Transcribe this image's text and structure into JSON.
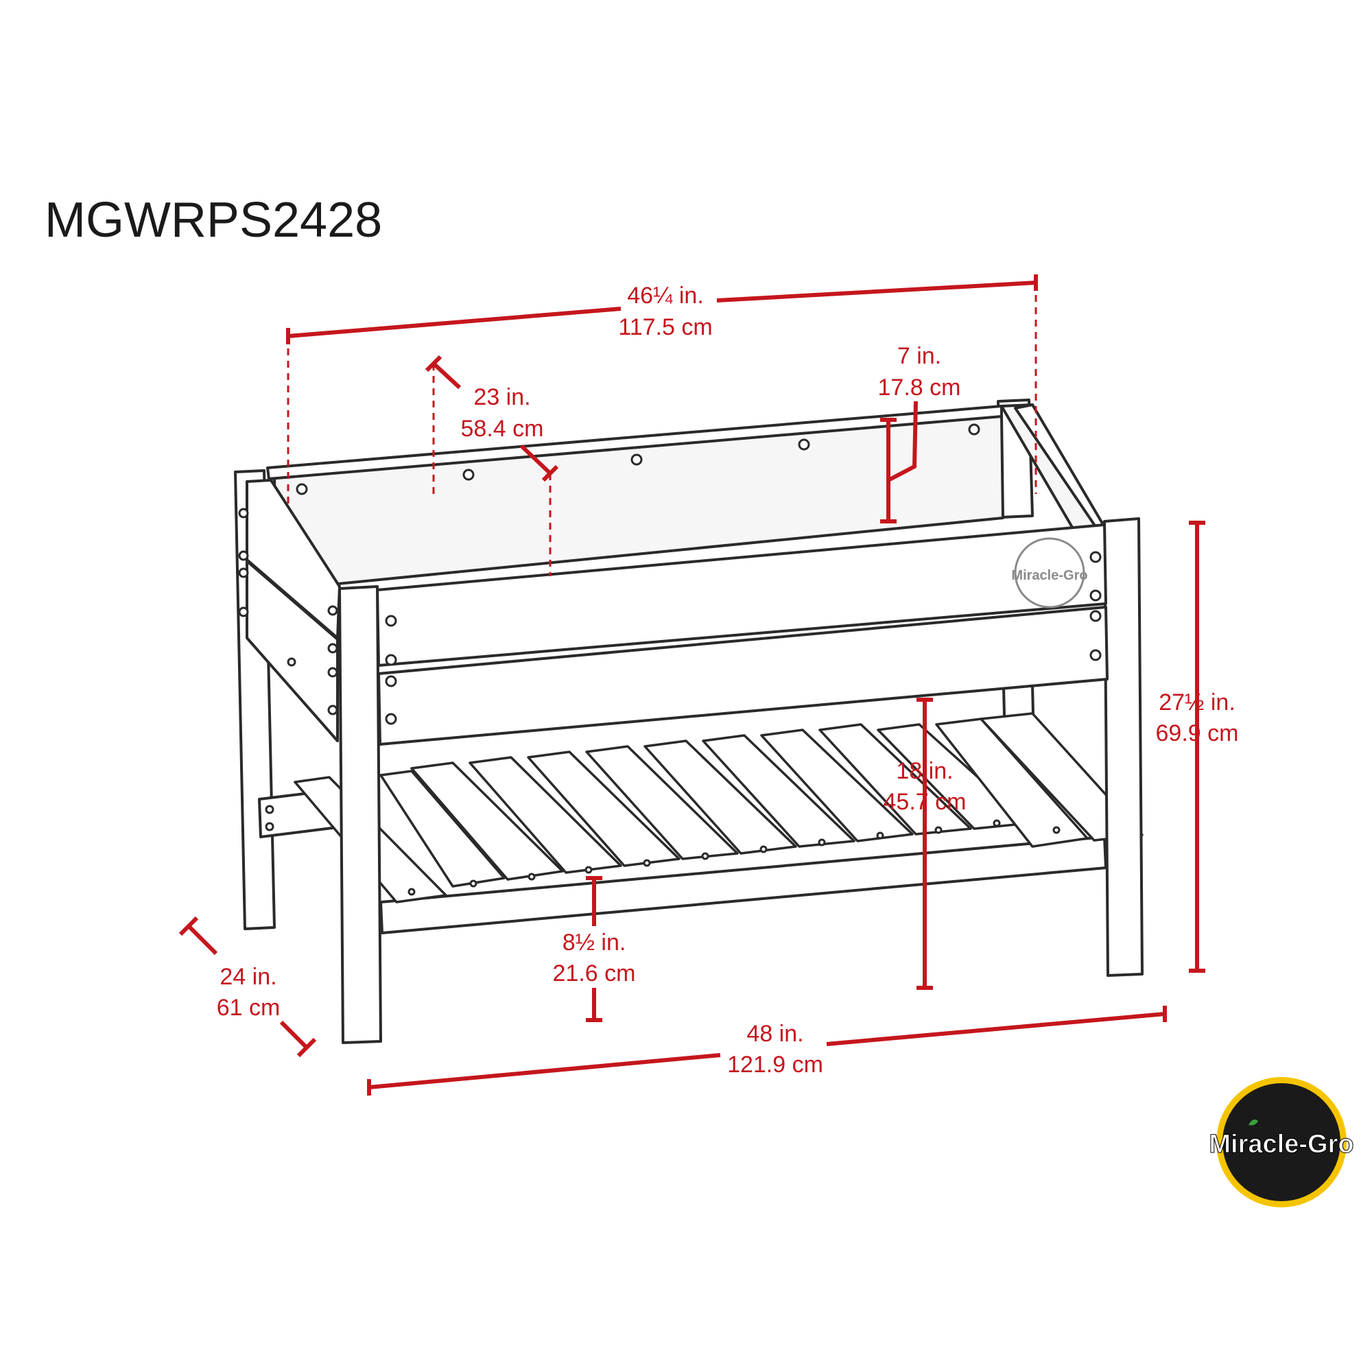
{
  "model_number": "MGWRPS2428",
  "brand": {
    "name": "Miracle-Gro",
    "badge_colors": {
      "ring": "#f5c400",
      "fill": "#1a1a1a",
      "text": "#ffffff"
    }
  },
  "colors": {
    "dimension": "#c5161d",
    "line": "#2a2a2a"
  },
  "dimensions": {
    "top_length": {
      "imperial": "46¼ in.",
      "metric": "117.5 cm"
    },
    "inner_width": {
      "imperial": "23 in.",
      "metric": "58.4 cm"
    },
    "bed_depth": {
      "imperial": "7 in.",
      "metric": "17.8 cm"
    },
    "total_height": {
      "imperial": "27½ in.",
      "metric": "69.9 cm"
    },
    "bed_clearance": {
      "imperial": "18 in.",
      "metric": "45.7 cm"
    },
    "shelf_height": {
      "imperial": "8½ in.",
      "metric": "21.6 cm"
    },
    "depth": {
      "imperial": "24 in.",
      "metric": "61 cm"
    },
    "total_length": {
      "imperial": "48 in.",
      "metric": "121.9 cm"
    }
  }
}
